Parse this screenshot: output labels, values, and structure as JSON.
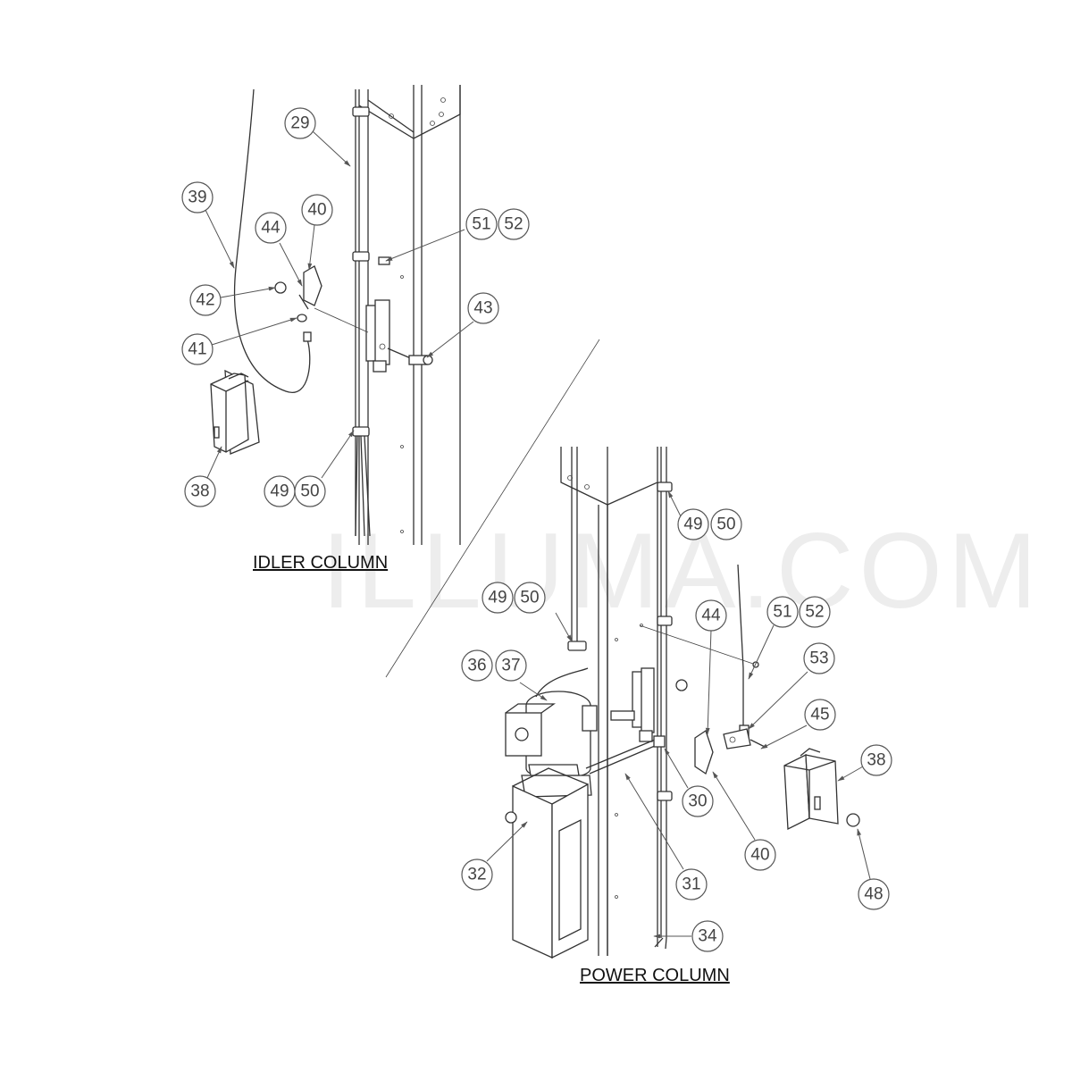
{
  "watermark": "ILLUMA.COM",
  "titles": {
    "idler": "IDLER COLUMN",
    "power": "POWER COLUMN"
  },
  "callouts": {
    "c29": "29",
    "c39": "39",
    "c44a": "44",
    "c40a": "40",
    "c42": "42",
    "c41": "41",
    "c38a": "38",
    "c49a": "49",
    "c50a": "50",
    "c51a": "51",
    "c52a": "52",
    "c43": "43",
    "c49b": "49",
    "c50b": "50",
    "c49c": "49",
    "c50c": "50",
    "c36": "36",
    "c37": "37",
    "c44b": "44",
    "c51b": "51",
    "c52b": "52",
    "c53": "53",
    "c45": "45",
    "c38b": "38",
    "c30": "30",
    "c40b": "40",
    "c32": "32",
    "c31": "31",
    "c48": "48",
    "c34": "34"
  }
}
